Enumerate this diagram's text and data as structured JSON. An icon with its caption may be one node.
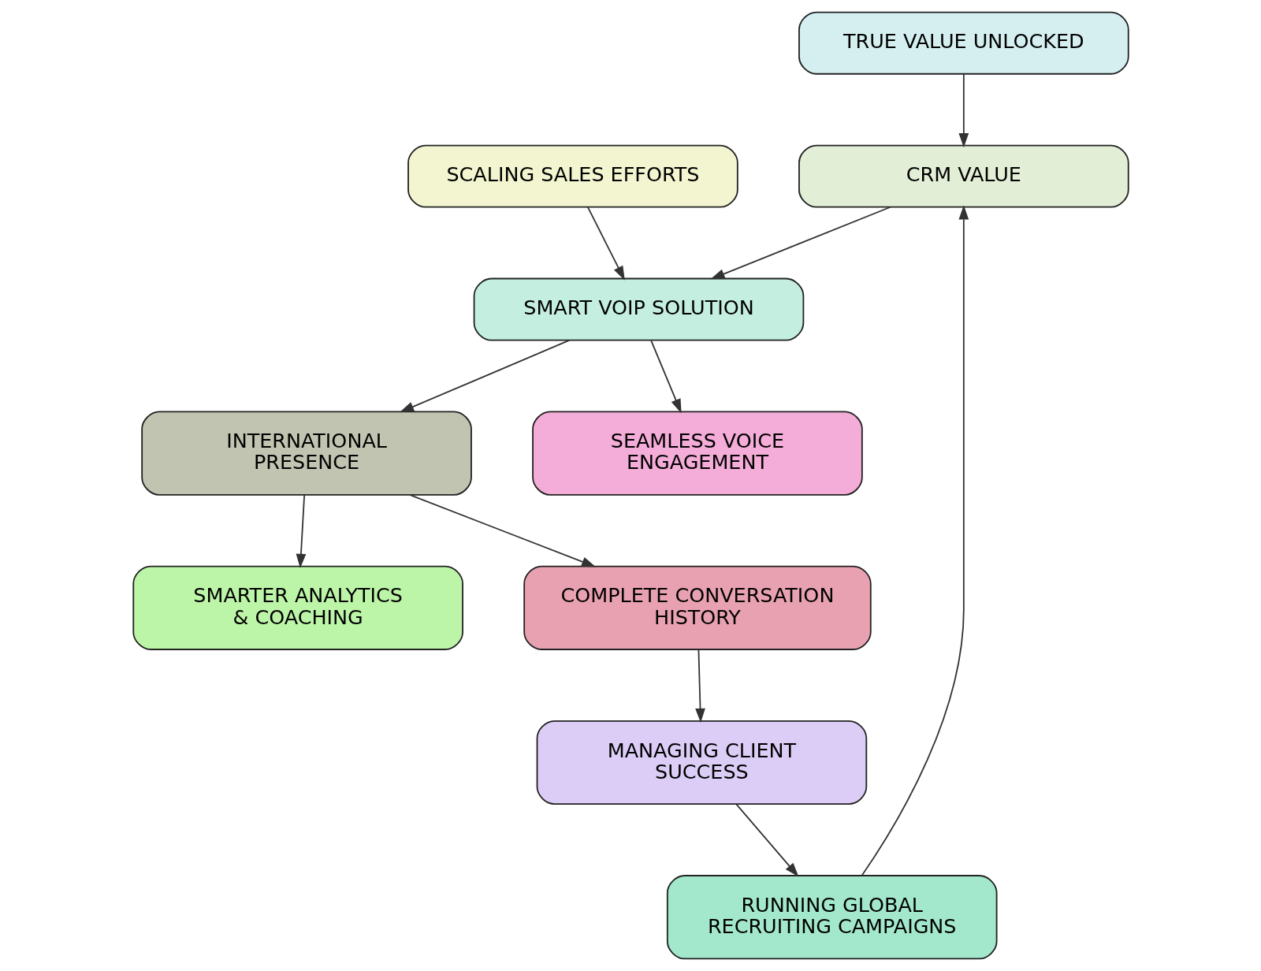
{
  "diagram": {
    "nodes": [
      {
        "text": [
          "TRUE VALUE UNLOCKED"
        ]
      },
      {
        "text": [
          "CRM VALUE"
        ]
      },
      {
        "text": [
          "SCALING SALES EFFORTS"
        ]
      },
      {
        "text": [
          "SMART VOIP SOLUTION"
        ]
      },
      {
        "text": [
          "INTERNATIONAL PRESENCE"
        ]
      },
      {
        "text": [
          "SEAMLESS VOICE ENGAGEMENT"
        ]
      },
      {
        "text": [
          "SMARTER ANALYTICS & COACHING"
        ]
      },
      {
        "text": [
          "COMPLETE CONVERSATION HISTORY"
        ]
      },
      {
        "text": [
          "MANAGING CLIENT SUCCESS"
        ]
      },
      {
        "text": [
          "RUNNING GLOBAL RECRUITING CAMPAIGNS"
        ]
      }
    ],
    "edges": [
      {
        "from": 0,
        "to": 1,
        "arrow": "to"
      },
      {
        "from": 1,
        "to": 3,
        "arrow": "to"
      },
      {
        "from": 2,
        "to": 3,
        "arrow": "to"
      },
      {
        "from": 3,
        "to": 4,
        "arrow": "to"
      },
      {
        "from": 3,
        "to": 5,
        "arrow": "to"
      },
      {
        "from": 4,
        "to": 6,
        "arrow": "to"
      },
      {
        "from": 4,
        "to": 7,
        "arrow": "to"
      },
      {
        "from": 7,
        "to": 8,
        "arrow": "to"
      },
      {
        "from": 8,
        "to": 9,
        "arrow": "to"
      },
      {
        "from": 9,
        "to": 1,
        "arrow": "to"
      }
    ]
  }
}
